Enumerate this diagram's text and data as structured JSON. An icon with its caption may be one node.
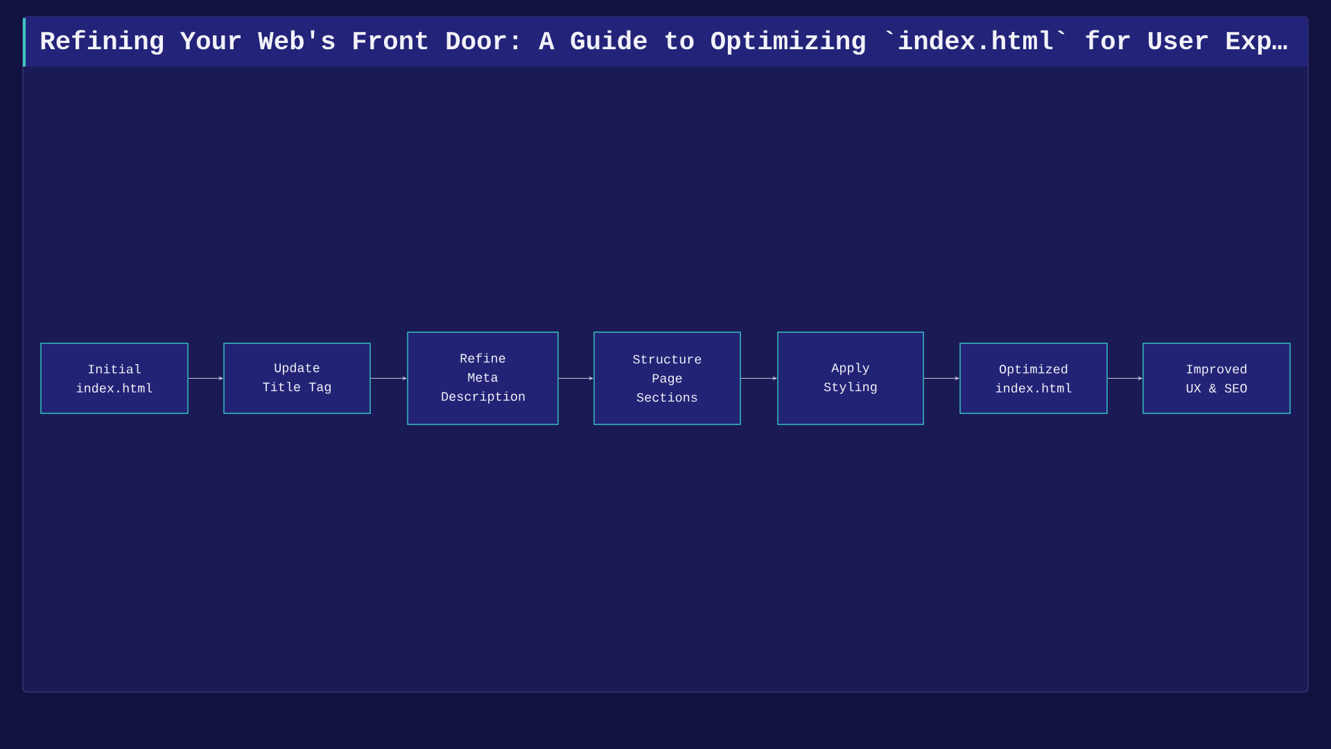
{
  "diagram": {
    "title": "Refining Your Web's Front Door: A Guide to Optimizing `index.html` for User Exp…",
    "nodes": [
      {
        "text": [
          "Initial index.html"
        ]
      },
      {
        "text": [
          "Update Title Tag"
        ]
      },
      {
        "text": [
          "Refine Meta Description"
        ]
      },
      {
        "text": [
          "Structure Page Sections"
        ]
      },
      {
        "text": [
          "Apply Styling"
        ]
      },
      {
        "text": [
          "Optimized index.html"
        ]
      },
      {
        "text": [
          "Improved UX & SEO"
        ]
      }
    ],
    "edges": [
      {
        "from": 0,
        "to": 1,
        "arrow": "to"
      },
      {
        "from": 1,
        "to": 2,
        "arrow": "to"
      },
      {
        "from": 2,
        "to": 3,
        "arrow": "to"
      },
      {
        "from": 3,
        "to": 4,
        "arrow": "to"
      },
      {
        "from": 4,
        "to": 5,
        "arrow": "to"
      },
      {
        "from": 5,
        "to": 6,
        "arrow": "to"
      }
    ]
  }
}
